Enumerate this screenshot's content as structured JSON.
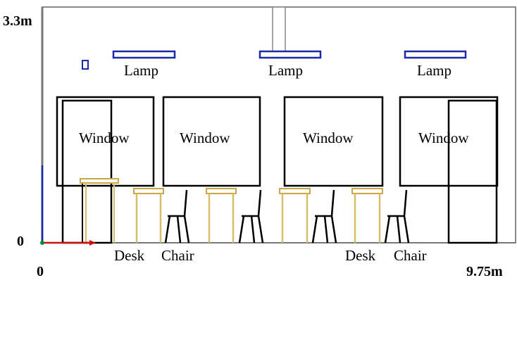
{
  "axes": {
    "y_top": "3.3m",
    "y_origin": "0",
    "x_origin": "0",
    "x_end": "9.75m"
  },
  "labels": {
    "lamp": "Lamp",
    "window": "Window",
    "desk": "Desk",
    "chair": "Chair"
  },
  "colors": {
    "wall": "#555555",
    "lamp": "#1a2aa8",
    "outline": "#000000",
    "desk_top": "#c9a84a",
    "desk_leg": "#d7bf6a",
    "axis_x": "#d01010",
    "axis_y": "#1a2aa8"
  }
}
